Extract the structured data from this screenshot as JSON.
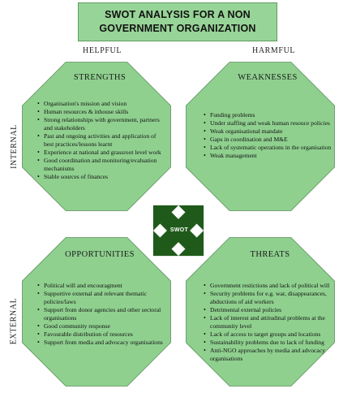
{
  "title": "SWOT ANALYSIS FOR A NON\nGOVERNMENT ORGANIZATION",
  "labels": {
    "helpful": "HELPFUL",
    "harmful": "HARMFUL",
    "internal": "INTERNAL",
    "external": "EXTERNAL"
  },
  "center": "SWOT",
  "colors": {
    "octagon_fill": "#8fd08f",
    "octagon_stroke": "#5c8f5c",
    "title_fill": "#97d497",
    "arrow_fill": "#1f5a1a"
  },
  "quadrants": {
    "strengths": {
      "title": "STRENGTHS",
      "items": [
        "Organisation's mission and vision",
        "Human resources & inhouse skills",
        "Strong relationships with government, partners and stakeholders",
        "Past and ongoing activities and application of best practices/lessons learnt",
        "Experience at national and grassroot level work",
        "Good coordination and monitoring/evaluation mechanisms",
        "Stable sources of finances"
      ]
    },
    "weaknesses": {
      "title": "WEAKNESSES",
      "items": [
        "Funding problems",
        "Under staffing and weak human resouce policies",
        "Weak organisational mandate",
        "Gaps in coordination and M&E",
        "Lack of systematic operations in the organisation",
        "Weak management"
      ]
    },
    "opportunities": {
      "title": "OPPORTUNITIES",
      "items": [
        "Political will and encouragment",
        "Supportive external and relevant thematic policies/laws",
        "Support from donor agencies and other sectoral organisations",
        "Good community response",
        "Favourable distribution of resources",
        "Support from media and advocacy organisations"
      ]
    },
    "threats": {
      "title": "THREATS",
      "items": [
        "Government restictions and lack of political will",
        "Security problems for e.g. war, disappearances, abductions of aid workers",
        "Detrimental external policies",
        "Lack of interest and attitudinal problems at the community level",
        "Lack of access to target groups and locations",
        "Sustainability problems due to lack of funding",
        "Anti-NGO approaches by media and advocacy organisations"
      ]
    }
  }
}
